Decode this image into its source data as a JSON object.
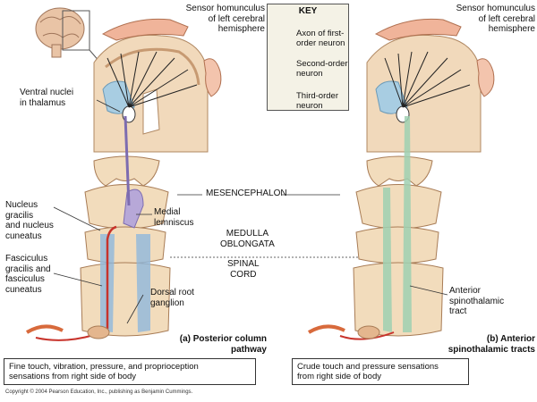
{
  "labels": {
    "homunculus_left": "Sensor homunculus\nof left cerebral\nhemisphere",
    "homunculus_right": "Sensor homunculus\nof left cerebral\nhemisphere",
    "ventral_nuclei": "Ventral nuclei\nin thalamus",
    "mesencephalon": "MESENCEPHALON",
    "medial_lemniscus": "Medial\nlemniscus",
    "nucleus_gracilis": "Nucleus\ngracilis\nand nucleus\ncuneatus",
    "medulla": "MEDULLA\nOBLONGATA",
    "fasciculus": "Fasciculus\ngracilis and\nfasciculus\ncuneatus",
    "spinal_cord": "SPINAL\nCORD",
    "dorsal_root": "Dorsal root\nganglion",
    "anterior_tract": "Anterior\nspinothalamic\ntract"
  },
  "panels": {
    "a_title": "(a) Posterior column\npathway",
    "b_title": "(b) Anterior\nspinothalamic tracts",
    "a_caption": "Fine touch, vibration, pressure, and proprioception\nsensations from right side of body",
    "b_caption": "Crude touch and pressure sensations\nfrom right side of body"
  },
  "key": {
    "title": "KEY",
    "first_order": "Axon of first-\norder neuron",
    "second_order": "Second-order\nneuron",
    "third_order": "Third-order\nneuron"
  },
  "copyright": "Copyright © 2004 Pearson Education, Inc., publishing as Benjamin Cummings.",
  "colors": {
    "first_order": "#d4312a",
    "posterior_tract": "#8fb8dc",
    "anterior_tract": "#9fd0b2",
    "brainstem": "#f2dcbc",
    "cortex": "#e8c7a0"
  }
}
